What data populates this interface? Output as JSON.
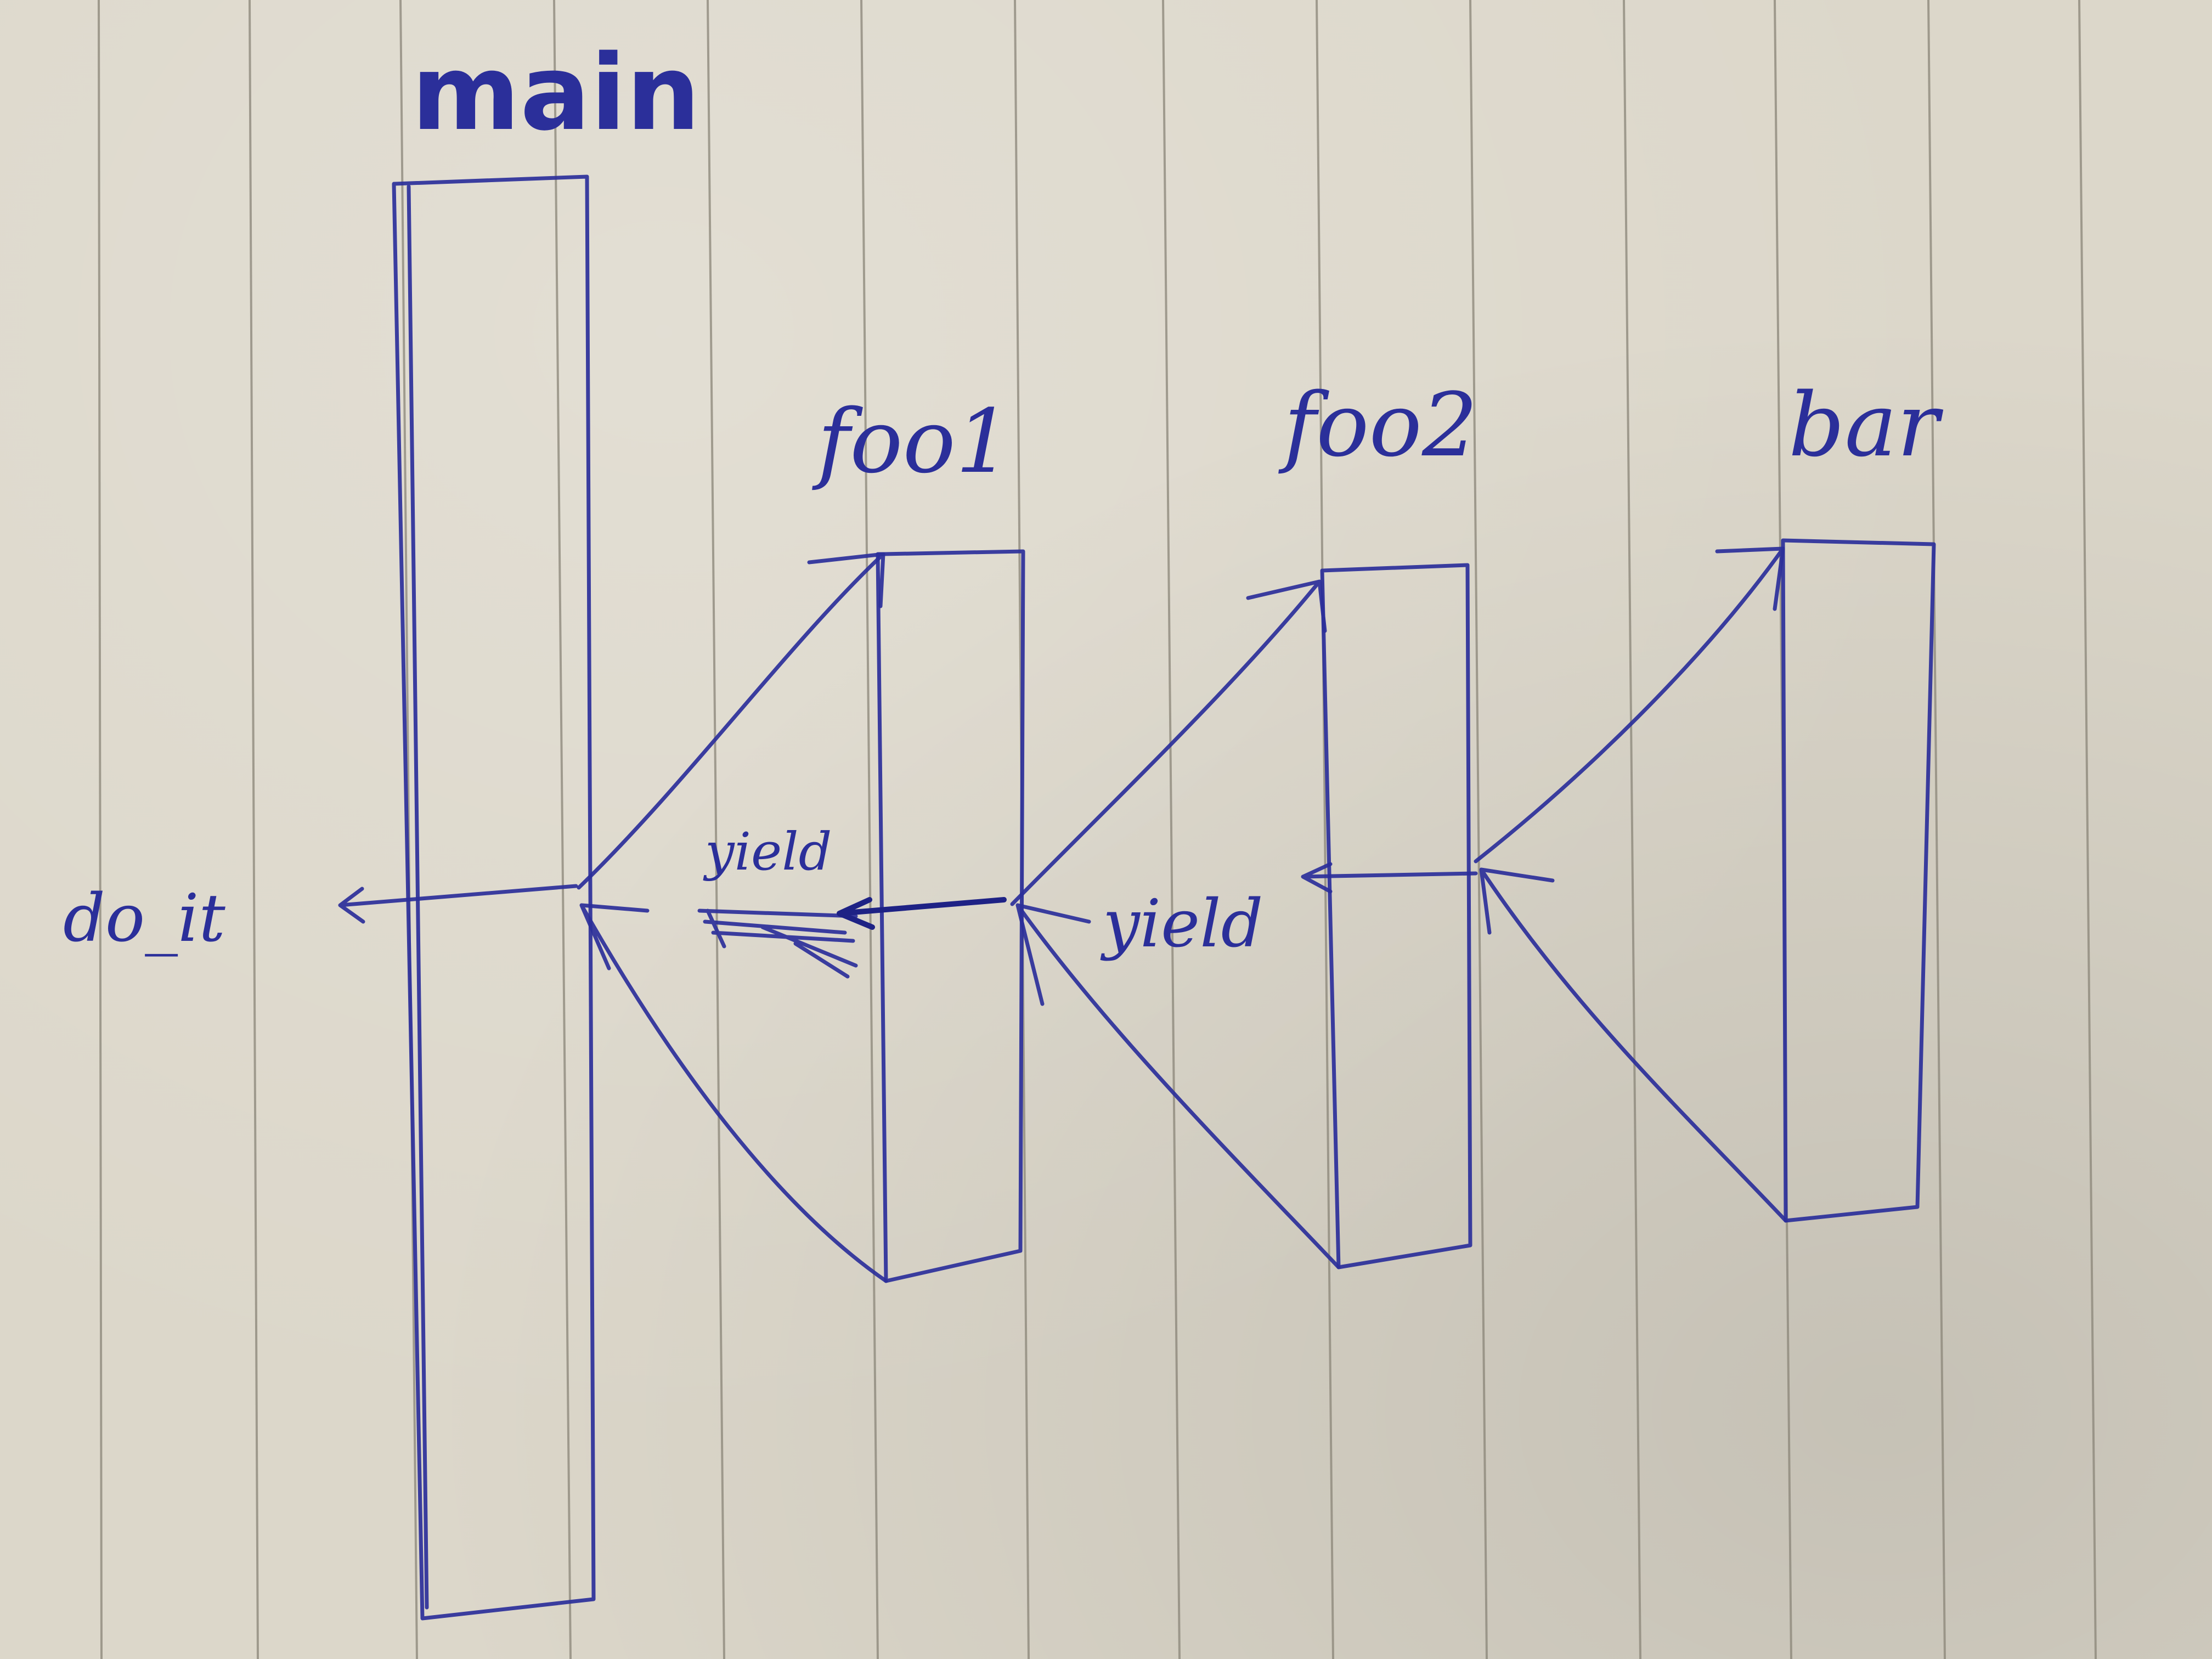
{
  "frames": [
    {
      "id": "main",
      "label": "main"
    },
    {
      "id": "foo1",
      "label": "foo1"
    },
    {
      "id": "foo2",
      "label": "foo2"
    },
    {
      "id": "bar",
      "label": "bar"
    }
  ],
  "annotations": {
    "entry_call": "do_it",
    "yield_1": "yield",
    "yield_2": "yield"
  },
  "colors": {
    "ink": "#2b2f9a",
    "paper": "#dcd7ca",
    "rule_line": "#8a8578"
  }
}
